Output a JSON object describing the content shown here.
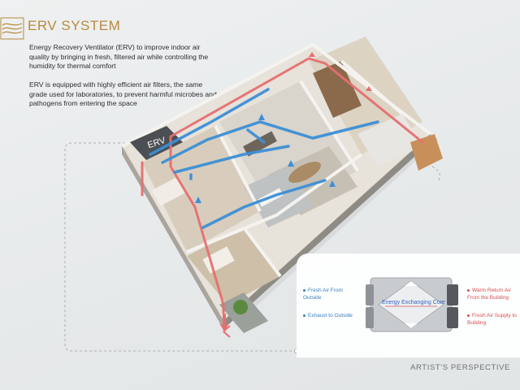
{
  "header": {
    "title": "ERV SYSTEM",
    "paragraph1": "Energy Recovery Ventilator (ERV) to improve indoor air quality by bringing in fresh, filtered air while controlling the humidity for thermal comfort",
    "paragraph2": "ERV is equipped with highly efficient air filters, the same grade used for laboratories, to prevent harmful microbes and pathogens from entering the space"
  },
  "diagram": {
    "erv_label": "ERV"
  },
  "panel": {
    "left_labels": [
      "Fresh Air From Outside",
      "Exhaust to Outside"
    ],
    "right_labels": [
      "Warm Return Air From the Building",
      "Fresh Air Supply to Building"
    ],
    "core_label": "Energy Exchanging Core"
  },
  "footer": {
    "caption": "ARTIST'S PERSPECTIVE"
  },
  "colors": {
    "accent": "#b98a3c",
    "fresh_air": "#3b7fc4",
    "return_air": "#d65050"
  }
}
